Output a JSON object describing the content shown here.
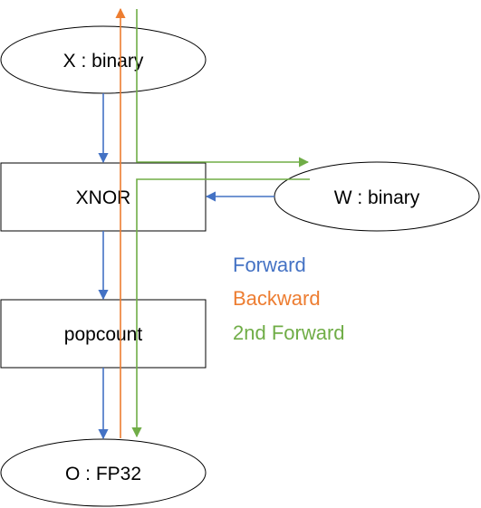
{
  "nodes": {
    "x": {
      "label": "X : binary"
    },
    "w": {
      "label": "W : binary"
    },
    "xnor": {
      "label": "XNOR"
    },
    "popcount": {
      "label": "popcount"
    },
    "o": {
      "label": "O : FP32"
    }
  },
  "legend": {
    "forward": {
      "label": "Forward",
      "color": "#4472C4"
    },
    "backward": {
      "label": "Backward",
      "color": "#ED7D31"
    },
    "second_forward": {
      "label": "2nd Forward",
      "color": "#70AD47"
    }
  }
}
